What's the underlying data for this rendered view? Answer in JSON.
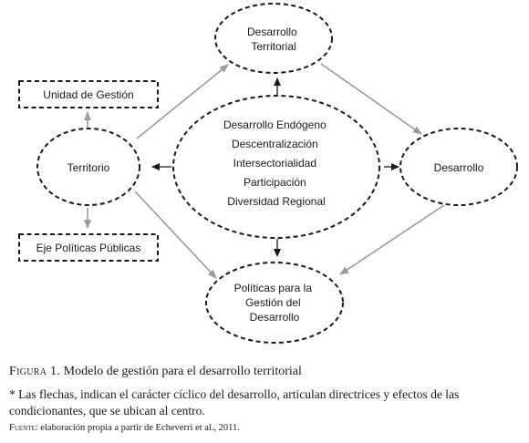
{
  "diagram": {
    "nodes": {
      "desarrollo_territorial": [
        "Desarrollo",
        "Territorial"
      ],
      "territorio": [
        "Territorio"
      ],
      "desarrollo": [
        "Desarrollo"
      ],
      "politicas": [
        "Políticas para la",
        "Gestión del",
        "Desarrollo"
      ],
      "centro": [
        "Desarrollo Endógeno",
        "Descentralización",
        "Intersectorialidad",
        "Participación",
        "Diversidad Regional"
      ],
      "unidad_gestion": [
        "Unidad de Gestión"
      ],
      "eje_politicas": [
        "Eje Políticas Públicas"
      ]
    },
    "colors": {
      "stroke": "#1a1a1a",
      "arrow_gray": "#9a9a9a"
    }
  },
  "caption": {
    "label": "Figura 1.",
    "text": "Modelo de gestión para el desarrollo territorial",
    "note": "* Las flechas, indican el carácter cíclico del desarrollo, articulan directrices y efectos de las condicionantes, que se ubican al centro.",
    "source_label": "Fuente:",
    "source_text": "elaboración propia a partir de Echeverri et al., 2011."
  }
}
